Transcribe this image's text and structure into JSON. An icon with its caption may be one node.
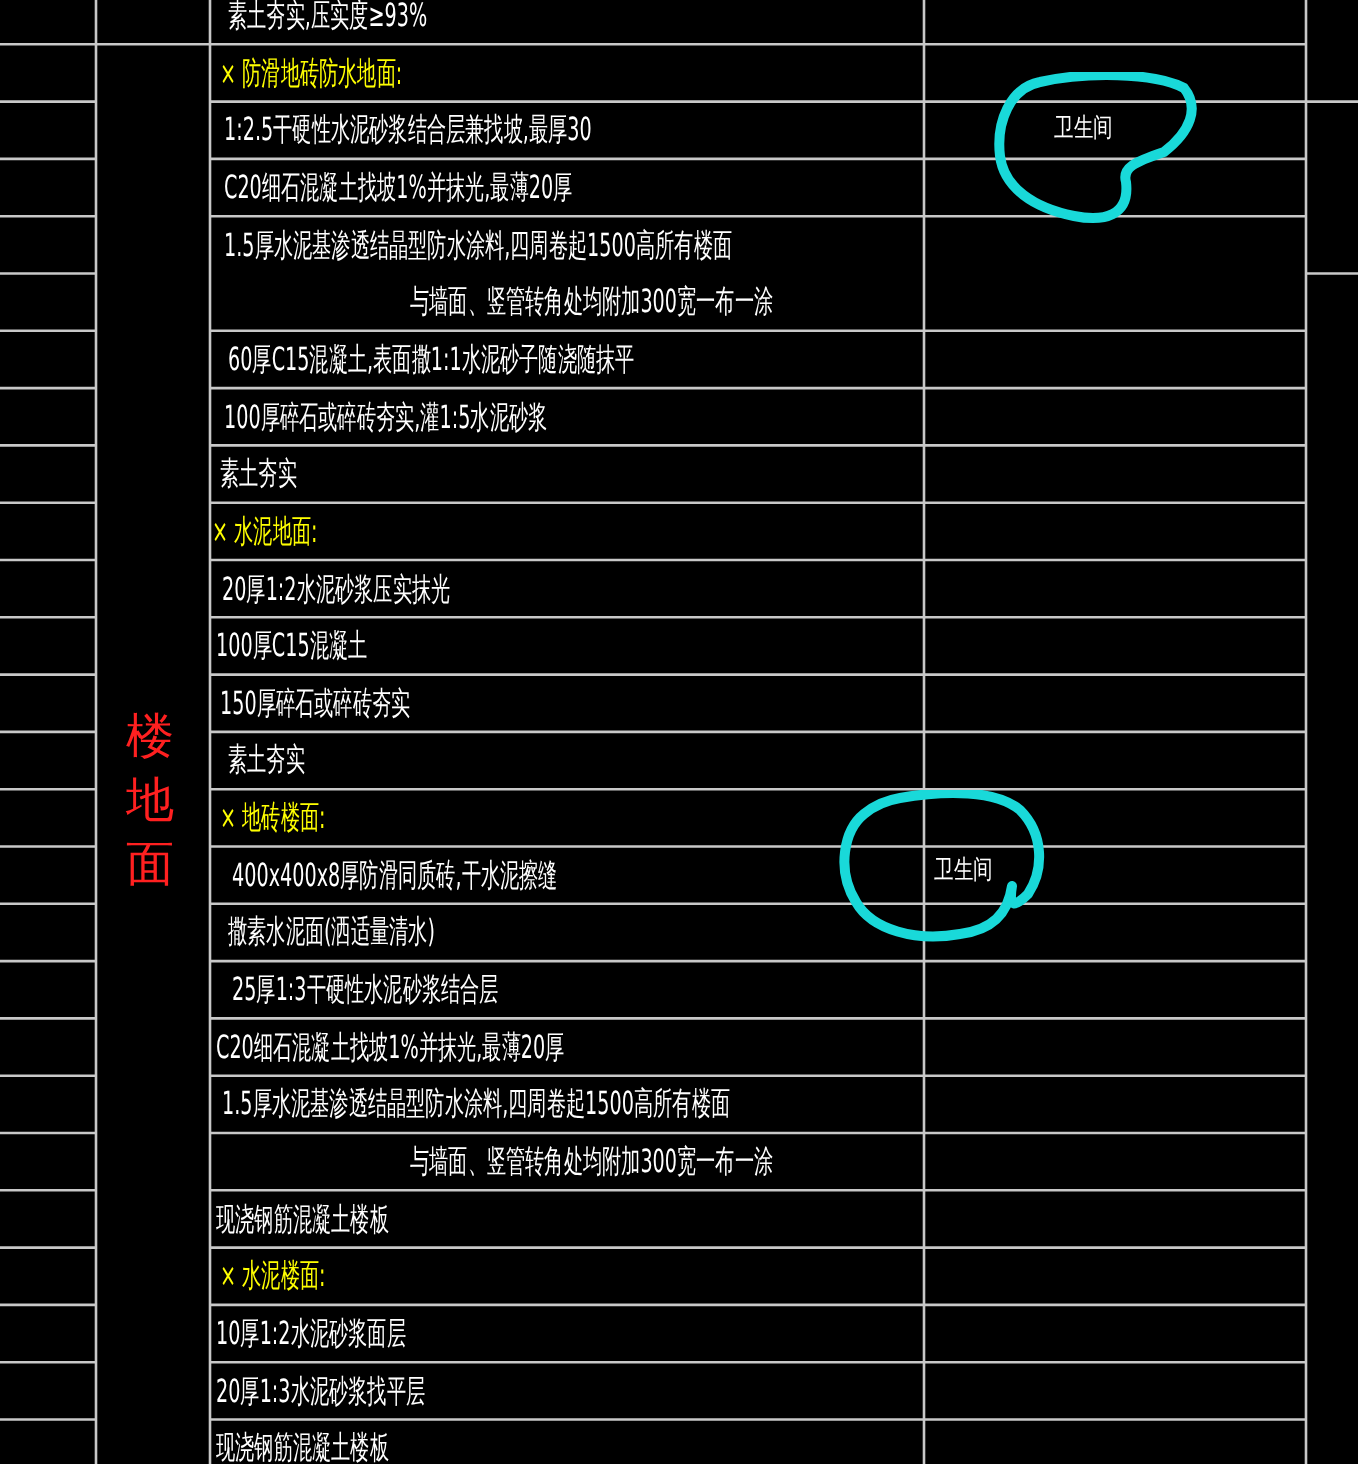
{
  "diagram": {
    "nodes": [
      {
        "text": [
          "卫生间"
        ]
      },
      {
        "text": [
          "卫生间"
        ]
      }
    ],
    "labels": [
      "楼地面",
      "素土夯实,压实度≥93%",
      "× 防滑地砖防水地面:",
      "1:2.5干硬性水泥砂浆结合层兼找坡,最厚30",
      "C20细石混凝土找坡1%并抹光,最薄20厚",
      "1.5厚水泥基渗透结晶型防水涂料,四周卷起1500高所有楼面",
      "与墙面、竖管转角处均附加300宽一布一涂",
      "60厚C15混凝土,表面撒1:1水泥砂子随浇随抹平",
      "100厚碎石或碎砖夯实,灌1:5水泥砂浆",
      "素土夯实",
      "× 水泥地面:",
      "20厚1:2水泥砂浆压实抹光",
      "100厚C15混凝土",
      "150厚碎石或碎砖夯实",
      "素土夯实",
      "× 地砖楼面:",
      "400x400x8厚防滑同质砖,干水泥擦缝",
      "撒素水泥面(洒适量清水)",
      "25厚1:3干硬性水泥砂浆结合层",
      "C20细石混凝土找坡1%并抹光,最薄20厚",
      "1.5厚水泥基渗透结晶型防水涂料,四周卷起1500高所有楼面",
      "与墙面、竖管转角处均附加300宽一布一涂",
      "现浇钢筋混凝土楼板",
      "× 水泥楼面:",
      "10厚1:2水泥砂浆面层",
      "20厚1:3水泥砂浆找平层",
      "现浇钢筋混凝土楼板"
    ]
  }
}
